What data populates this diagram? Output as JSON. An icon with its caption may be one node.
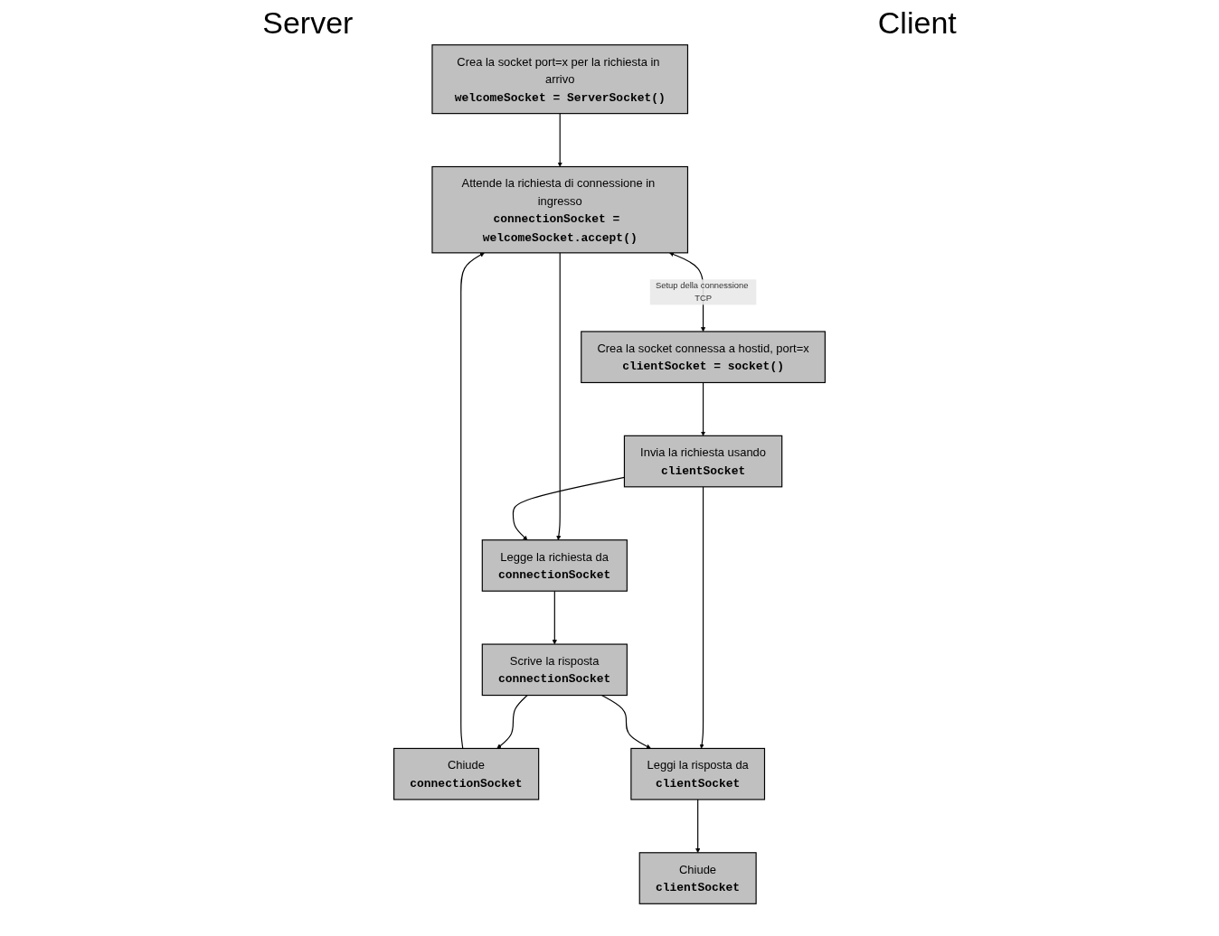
{
  "diagram": {
    "nodes": [
      {
        "text": [
          "Crea la socket port=x per la richiesta in arrivo",
          "welcomeSocket = ServerSocket()"
        ]
      },
      {
        "text": [
          "Attende la richiesta di connessione in ingresso",
          "connectionSocket = welcomeSocket.accept()"
        ]
      },
      {
        "text": [
          "Legge la richiesta da",
          "connectionSocket"
        ]
      },
      {
        "text": [
          "Scrive la risposta",
          "connectionSocket"
        ]
      },
      {
        "text": [
          "Chiude",
          "connectionSocket"
        ]
      },
      {
        "text": [
          "Crea la socket connessa a hostid, port=x",
          "clientSocket = socket()"
        ]
      },
      {
        "text": [
          "Invia la richiesta usando",
          "clientSocket"
        ]
      },
      {
        "text": [
          "Leggi la risposta da",
          "clientSocket"
        ]
      },
      {
        "text": [
          "Chiude",
          "clientSocket"
        ]
      }
    ],
    "edges": [
      {
        "from": 0,
        "to": 1,
        "arrow": "to"
      },
      {
        "from": 1,
        "to": 5,
        "arrow": "both",
        "label": "Setup della connessione TCP"
      },
      {
        "from": 1,
        "to": 2,
        "arrow": "to"
      },
      {
        "from": 2,
        "to": 3,
        "arrow": "to"
      },
      {
        "from": 3,
        "to": 4,
        "arrow": "to"
      },
      {
        "from": 4,
        "to": 1,
        "arrow": "to"
      },
      {
        "from": 5,
        "to": 6,
        "arrow": "to"
      },
      {
        "from": 6,
        "to": 2,
        "arrow": "to"
      },
      {
        "from": 6,
        "to": 7,
        "arrow": "to"
      },
      {
        "from": 3,
        "to": 7,
        "arrow": "to"
      },
      {
        "from": 7,
        "to": 8,
        "arrow": "to"
      }
    ],
    "labels": [
      "Server",
      "Client"
    ]
  }
}
